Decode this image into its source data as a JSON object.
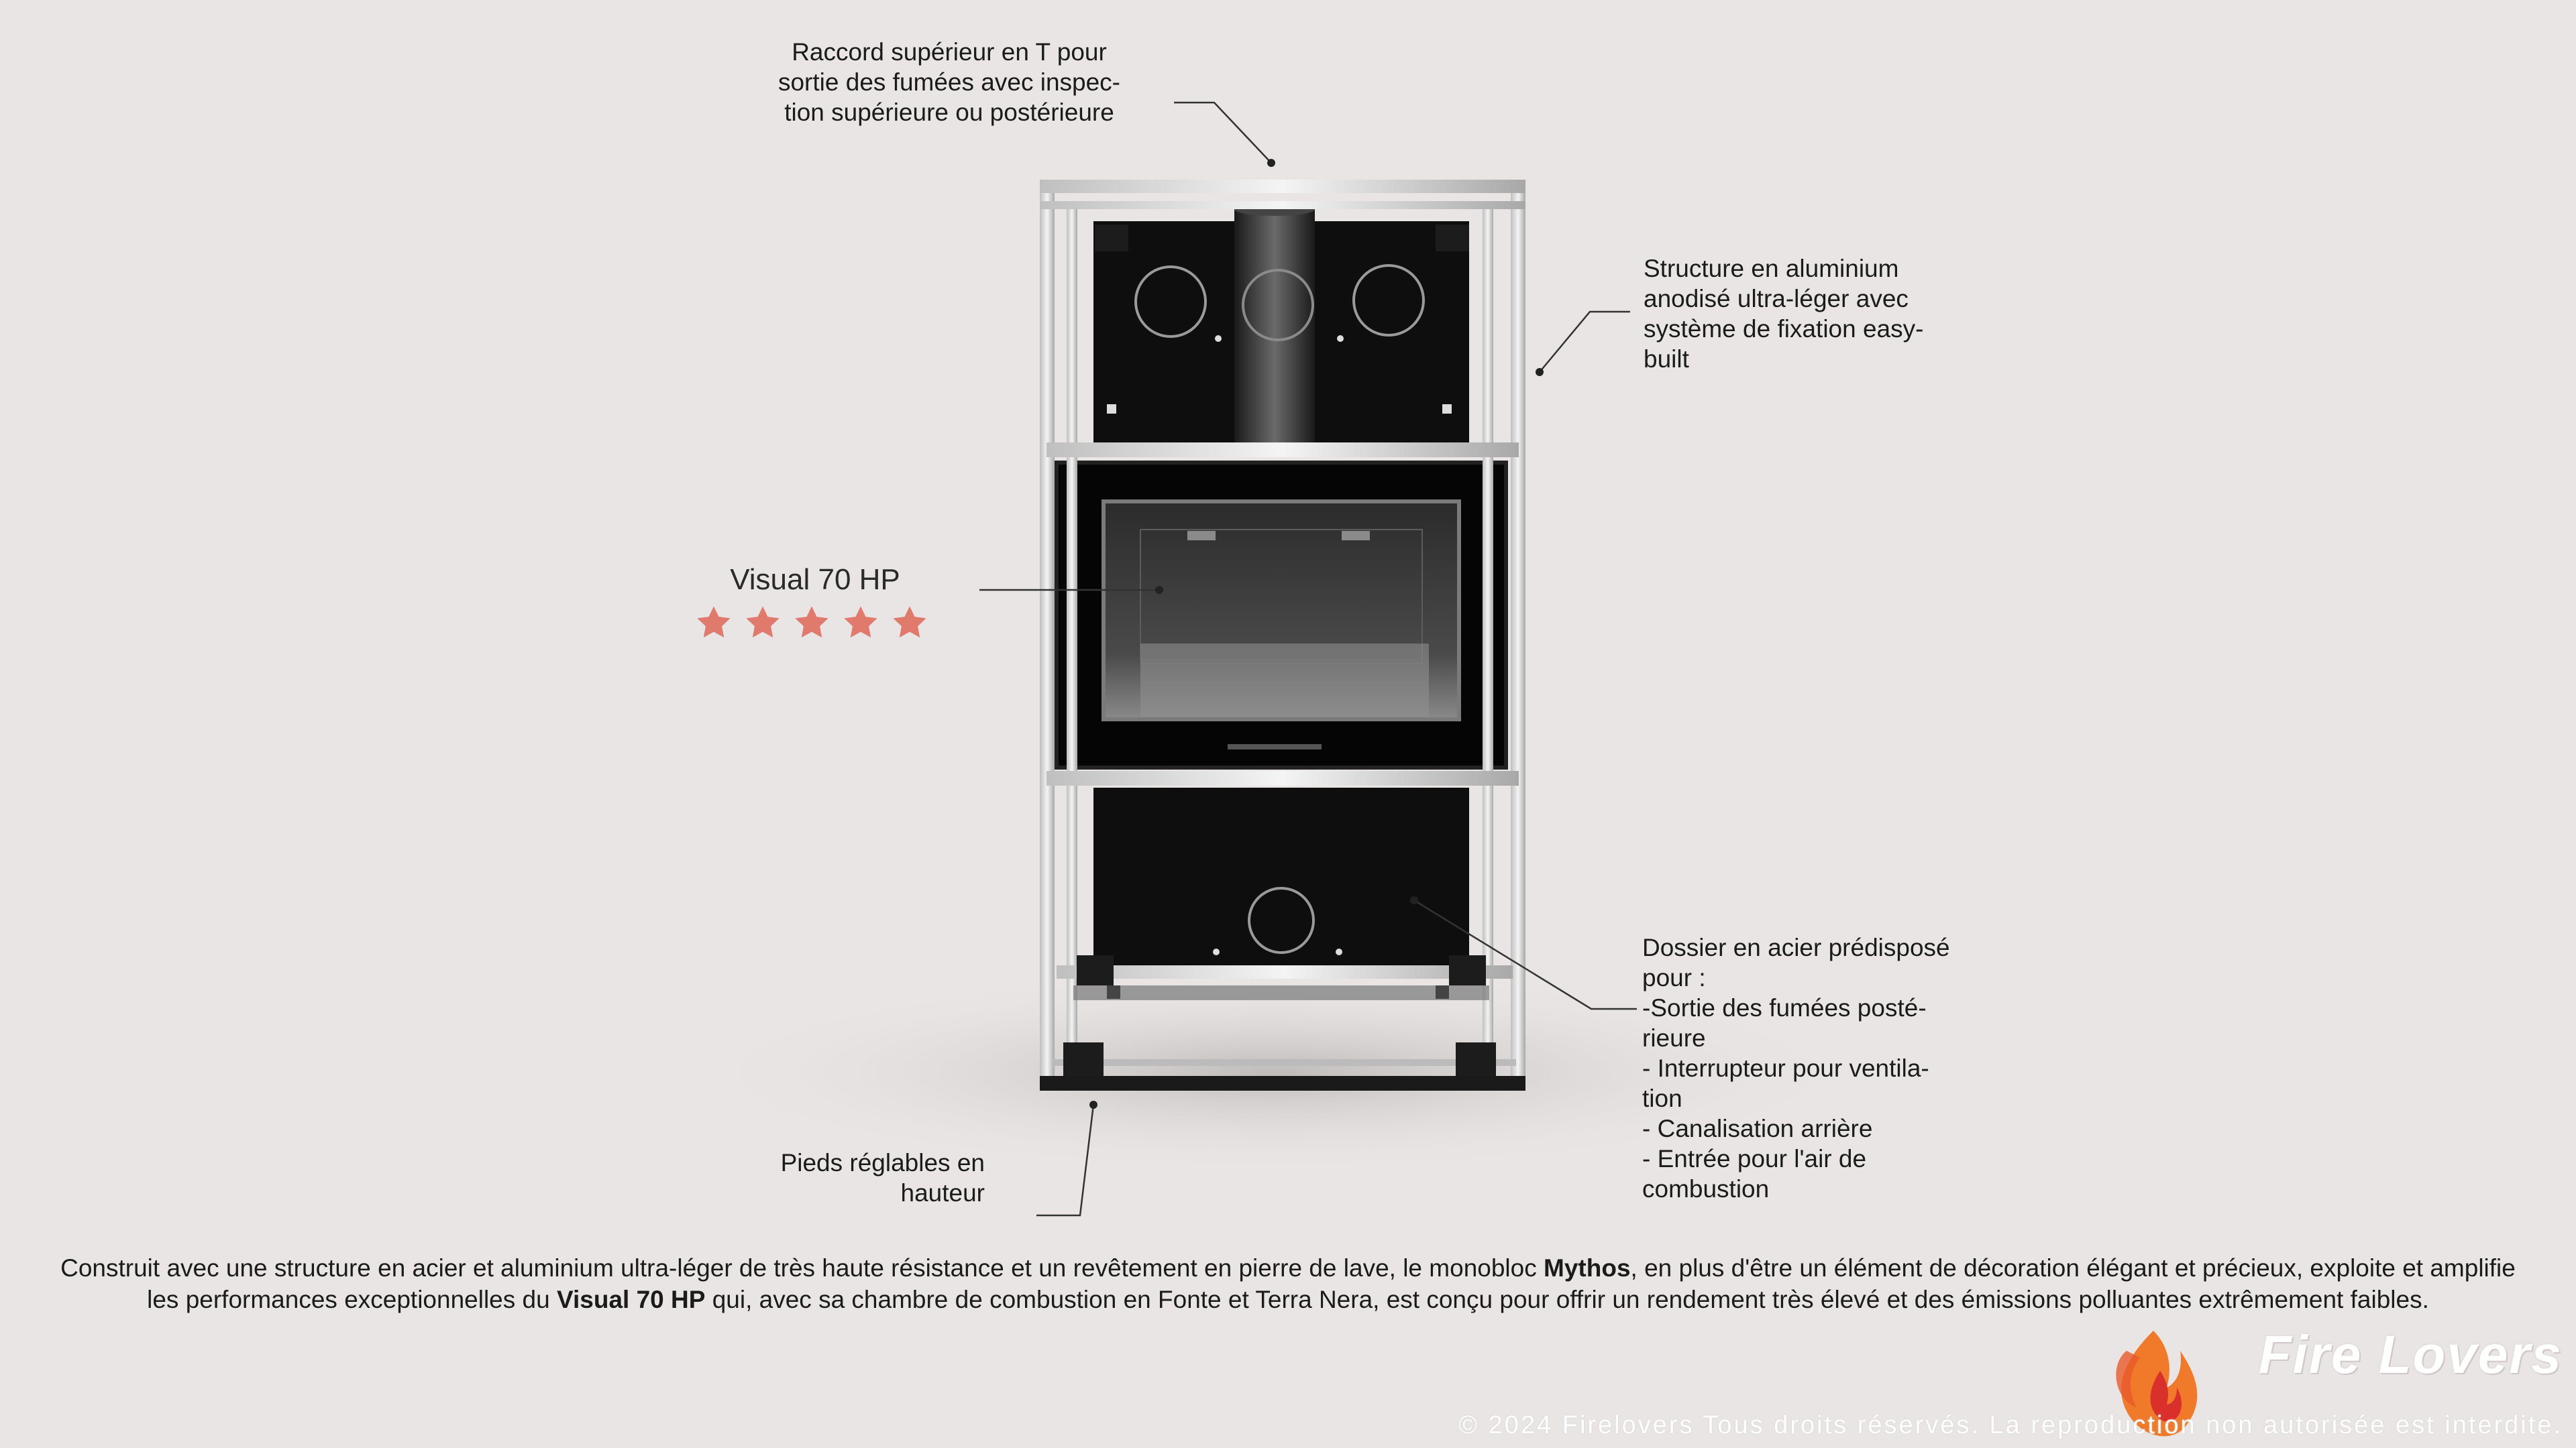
{
  "callouts": {
    "top": "Raccord supérieur en T pour\nsortie des fumées avec inspec-\ntion supérieure ou postérieure",
    "structure": "Structure en aluminium\nanodisé ultra-léger avec\nsystème de fixation easy-\nbuilt",
    "dossier": "Dossier en acier prédisposé\npour :\n-Sortie des fumées posté-\nrieure\n- Interrupteur pour ventila-\ntion\n- Canalisation arrière\n- Entrée pour l'air de\ncombustion",
    "feet": "Pieds réglables en\nhauteur"
  },
  "product": {
    "name": "Visual 70 HP",
    "rating": 5,
    "rating_max": 5
  },
  "description": {
    "part1": "Construit avec une structure en acier et aluminium ultra-léger de très haute résistance et un revêtement en pierre de lave, le monobloc ",
    "bold1": "Mythos",
    "part2": ", en plus d'être un élément de décoration élégant et précieux, exploite et amplifie les performances exceptionnelles du ",
    "bold2": "Visual 70 HP",
    "part3": " qui, avec sa chambre de combustion en Fonte et Terra Nera, est conçu pour offrir un rendement très élevé et des émissions polluantes extrêmement faibles."
  },
  "brand": {
    "name": "Fire Lovers",
    "copyright": "© 2024 Firelovers Tous droits réservés. La reproduction non autorisée est interdite."
  },
  "colors": {
    "background": "#e9e5e5",
    "star": "#e07a6c",
    "flame_orange": "#f07a2a",
    "flame_red": "#d9302b"
  }
}
